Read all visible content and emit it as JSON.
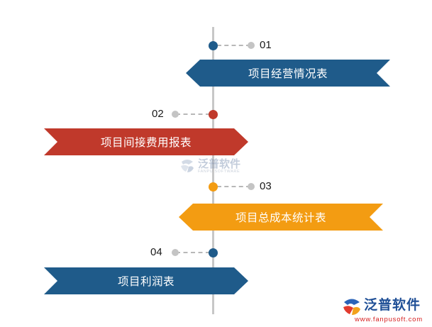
{
  "steps": [
    {
      "number": "01",
      "label": "项目经营情况表",
      "color": "#1f5b8a"
    },
    {
      "number": "02",
      "label": "项目间接费用报表",
      "color": "#c0392b"
    },
    {
      "number": "03",
      "label": "项目总成本统计表",
      "color": "#f39c12"
    },
    {
      "number": "04",
      "label": "项目利润表",
      "color": "#1f5b8a"
    }
  ],
  "watermark": {
    "title": "泛普软件",
    "subtitle": "FANPU SOFTWARE"
  },
  "logo": {
    "name": "泛普软件",
    "url": "www.fanpusoft.com"
  }
}
